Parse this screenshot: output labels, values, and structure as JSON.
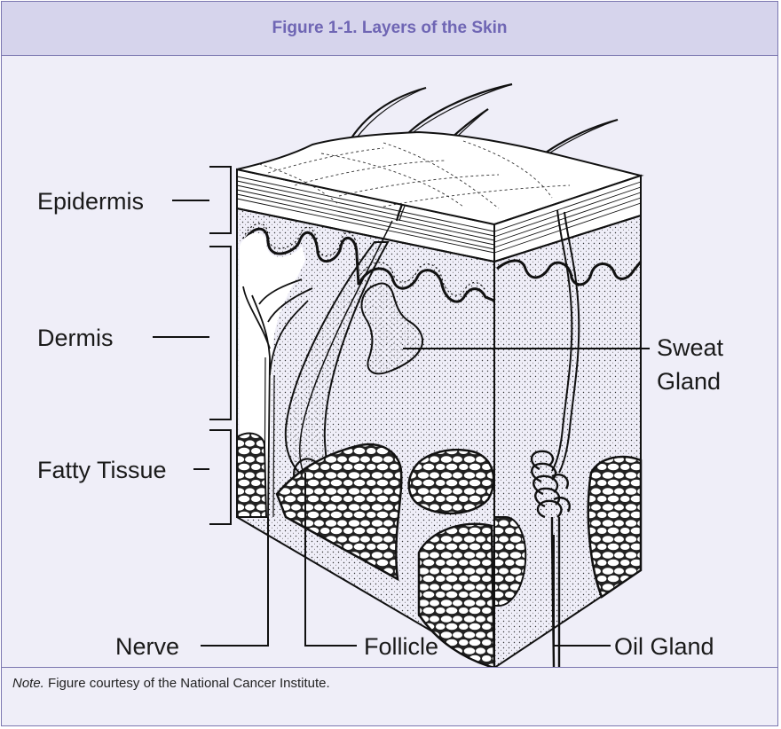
{
  "figure": {
    "title": "Figure 1-1. Layers of the Skin",
    "layers": {
      "epidermis": "Epidermis",
      "dermis": "Dermis",
      "fatty_tissue": "Fatty Tissue"
    },
    "callouts": {
      "sweat_gland_line1": "Sweat",
      "sweat_gland_line2": "Gland",
      "nerve": "Nerve",
      "follicle": "Follicle",
      "oil_gland": "Oil Gland"
    }
  },
  "note": {
    "prefix": "Note.",
    "text": " Figure courtesy of the National Cancer Institute."
  },
  "colors": {
    "border": "#7b76b0",
    "title_bg": "#d6d4ec",
    "title_text": "#6f66b4",
    "panel_bg": "#efeef8"
  }
}
